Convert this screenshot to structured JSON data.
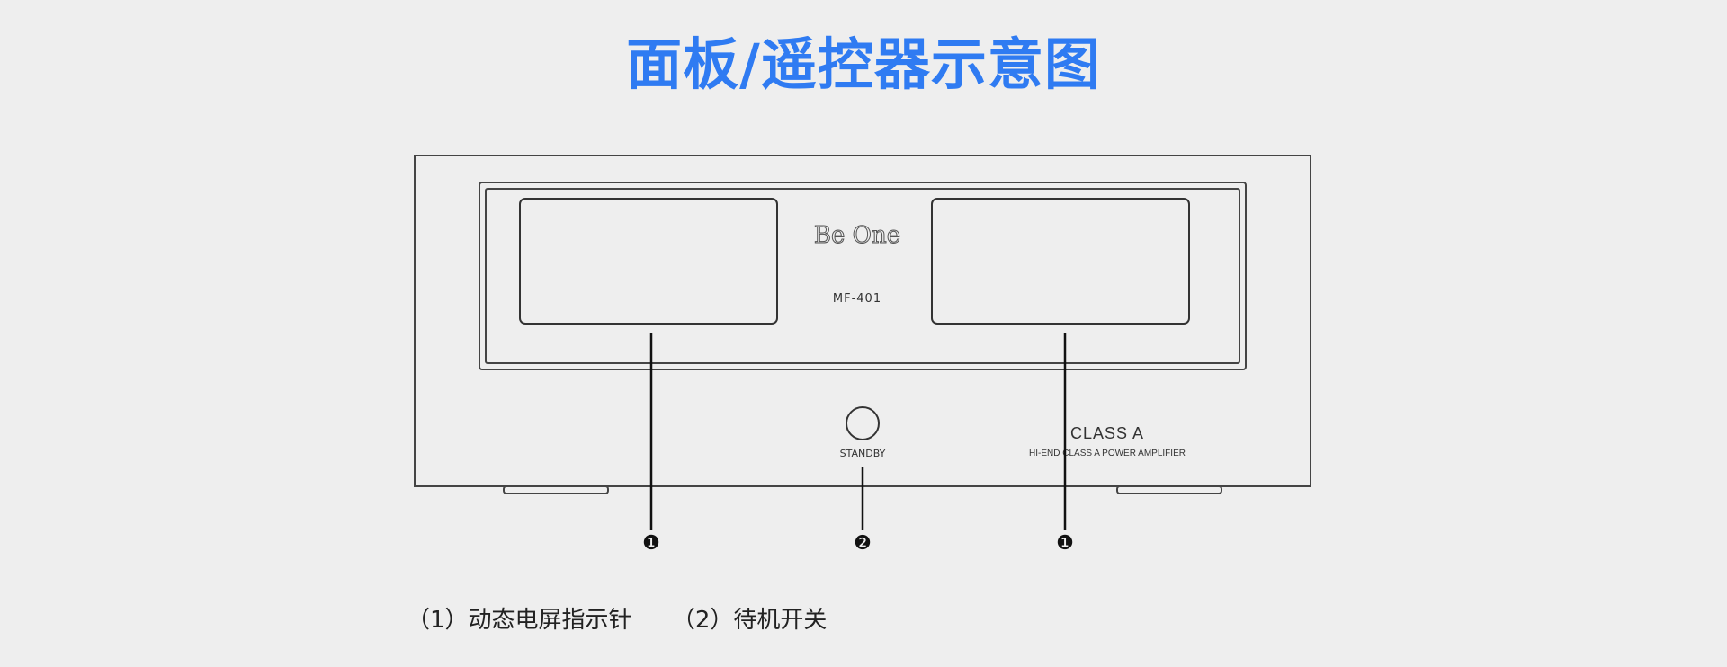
{
  "title": "面板/遥控器示意图",
  "device": {
    "brand": "Be One",
    "model": "MF-401",
    "standby_label": "STANDBY",
    "class_label": "CLASS A",
    "subtitle_label": "HI-END CLASS A POWER AMPLIFIER"
  },
  "callouts": [
    {
      "marker": "❶"
    },
    {
      "marker": "❷"
    },
    {
      "marker": "❶"
    }
  ],
  "legend": [
    {
      "text": "（1）动态电屏指示针"
    },
    {
      "text": "（2）待机开关"
    }
  ]
}
